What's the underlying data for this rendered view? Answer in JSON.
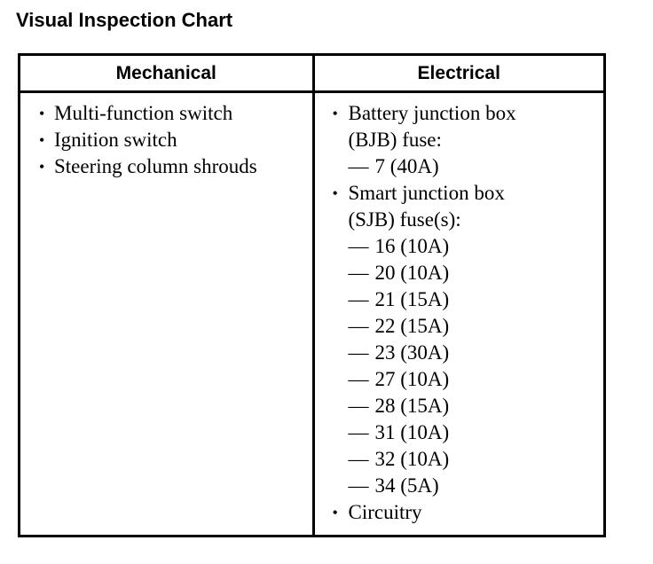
{
  "page": {
    "title": "Visual Inspection Chart",
    "background_color": "#ffffff",
    "text_color": "#000000",
    "border_color": "#000000"
  },
  "table": {
    "columns": [
      {
        "key": "mechanical",
        "header": "Mechanical"
      },
      {
        "key": "electrical",
        "header": "Electrical"
      }
    ],
    "mechanical": {
      "items": [
        {
          "type": "bullet",
          "marker": "•",
          "text": "Multi-function switch"
        },
        {
          "type": "bullet",
          "marker": "•",
          "text": "Ignition switch"
        },
        {
          "type": "bullet",
          "marker": "•",
          "text": "Steering column shrouds"
        }
      ]
    },
    "electrical": {
      "items": [
        {
          "type": "bullet",
          "marker": "•",
          "text": "Battery junction box"
        },
        {
          "type": "cont",
          "marker": "",
          "text": "(BJB) fuse:"
        },
        {
          "type": "dash",
          "marker": "—",
          "text": "7 (40A)"
        },
        {
          "type": "bullet",
          "marker": "•",
          "text": "Smart junction box"
        },
        {
          "type": "cont",
          "marker": "",
          "text": "(SJB) fuse(s):"
        },
        {
          "type": "dash",
          "marker": "—",
          "text": "16 (10A)"
        },
        {
          "type": "dash",
          "marker": "—",
          "text": "20 (10A)"
        },
        {
          "type": "dash",
          "marker": "—",
          "text": "21 (15A)"
        },
        {
          "type": "dash",
          "marker": "—",
          "text": "22 (15A)"
        },
        {
          "type": "dash",
          "marker": "—",
          "text": "23 (30A)"
        },
        {
          "type": "dash",
          "marker": "—",
          "text": "27 (10A)"
        },
        {
          "type": "dash",
          "marker": "—",
          "text": "28 (15A)"
        },
        {
          "type": "dash",
          "marker": "—",
          "text": "31 (10A)"
        },
        {
          "type": "dash",
          "marker": "—",
          "text": "32 (10A)"
        },
        {
          "type": "dash",
          "marker": "—",
          "text": "34 (5A)"
        },
        {
          "type": "bullet",
          "marker": "•",
          "text": "Circuitry"
        }
      ]
    }
  }
}
